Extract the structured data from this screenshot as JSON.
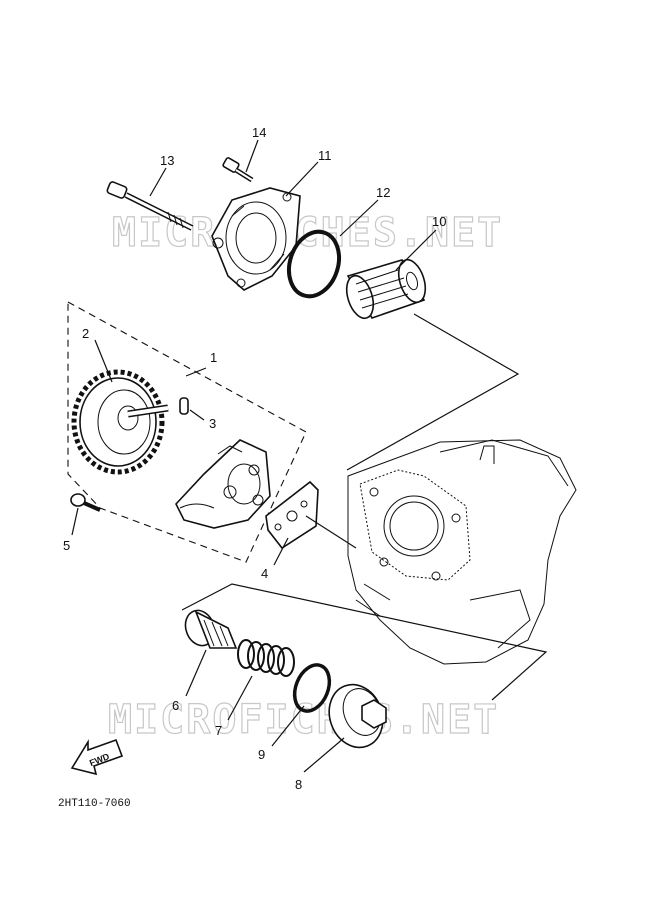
{
  "watermarks": [
    "MICROFICHES.NET",
    "MICROFICHES.NET"
  ],
  "callouts": [
    {
      "id": "1",
      "text": "1"
    },
    {
      "id": "2",
      "text": "2"
    },
    {
      "id": "3",
      "text": "3"
    },
    {
      "id": "4",
      "text": "4"
    },
    {
      "id": "5",
      "text": "5"
    },
    {
      "id": "6",
      "text": "6"
    },
    {
      "id": "7",
      "text": "7"
    },
    {
      "id": "8",
      "text": "8"
    },
    {
      "id": "9",
      "text": "9"
    },
    {
      "id": "10",
      "text": "10"
    },
    {
      "id": "11",
      "text": "11"
    },
    {
      "id": "12",
      "text": "12"
    },
    {
      "id": "13",
      "text": "13"
    },
    {
      "id": "14",
      "text": "14"
    }
  ],
  "fwd_label": "FWD",
  "diagram_code": "2HT110-7060"
}
